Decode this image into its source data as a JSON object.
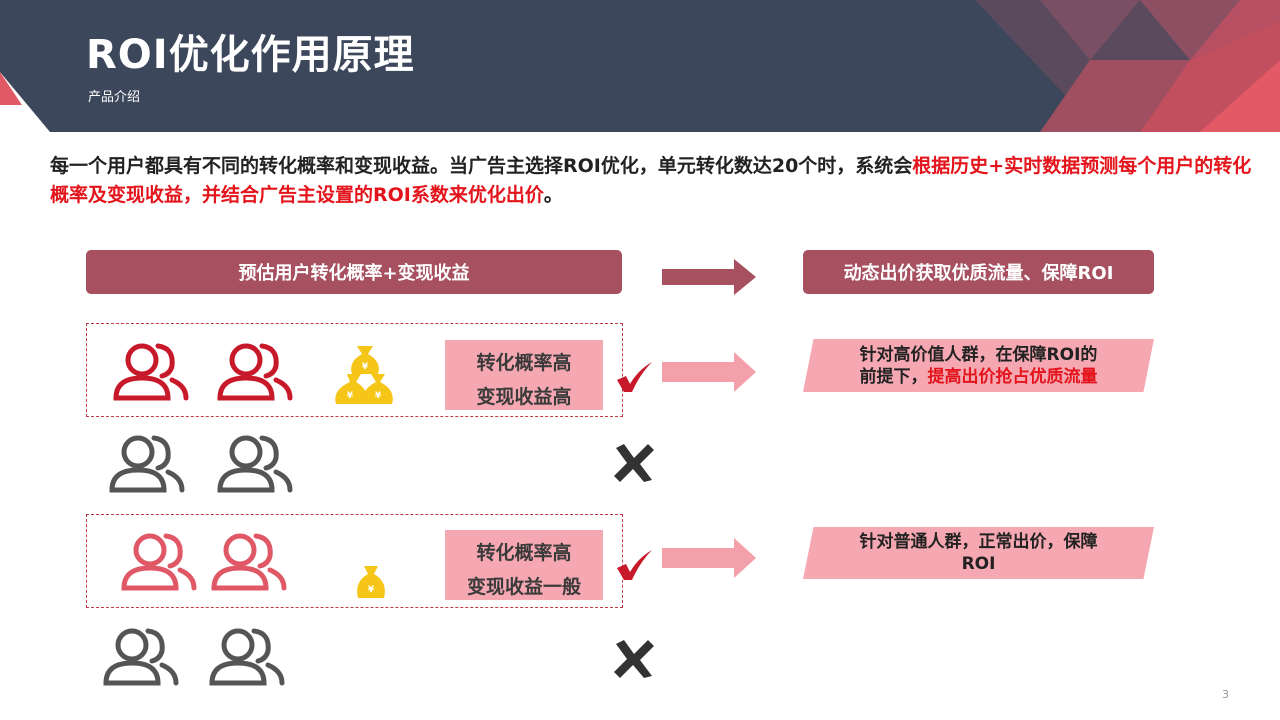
{
  "header": {
    "title": "ROI优化作用原理",
    "subtitle": "产品介绍"
  },
  "intro": {
    "text_plain": "每一个用户都具有不同的转化概率和变现收益。当广告主选择ROI优化，单元转化数达20个时，系统会",
    "text_highlight": "根据历史+实时数据预测每个用户的转化概率及变现收益，并结合广告主设置的ROI系数来优化出价",
    "text_end": "。"
  },
  "left_bar": {
    "label": "预估用户转化概率+变现收益"
  },
  "right_bar": {
    "label": "动态出价获取优质流量、保障ROI"
  },
  "groups": [
    {
      "line1": "转化概率高",
      "line2": "变现收益高",
      "result": "check"
    },
    {
      "result": "cross"
    },
    {
      "line1": "转化概率高",
      "line2": "变现收益一般",
      "result": "check"
    },
    {
      "result": "cross"
    }
  ],
  "strategies": [
    {
      "line1": "针对高价值人群，在保障ROI的",
      "line2_plain": "前提下，",
      "line2_highlight": "提高出价抢占优质流量"
    },
    {
      "line1": "针对普通人群，正常出价，保障",
      "line2": "ROI"
    }
  ],
  "money_symbol": "¥",
  "page_number": "3",
  "colors": {
    "header_dark": "#3d475c",
    "accent_red": "#e3141b",
    "bar": "#a65060",
    "pink": "#f5a8b2",
    "arrow_pink": "#f4a0aa",
    "user_red": "#c8192b",
    "user_pink": "#e05866",
    "user_gray": "#555555",
    "gold": "#f5c518"
  },
  "icons": [
    "user-group-icon",
    "money-bag-icon",
    "check-icon",
    "cross-icon",
    "arrow-right-icon"
  ]
}
